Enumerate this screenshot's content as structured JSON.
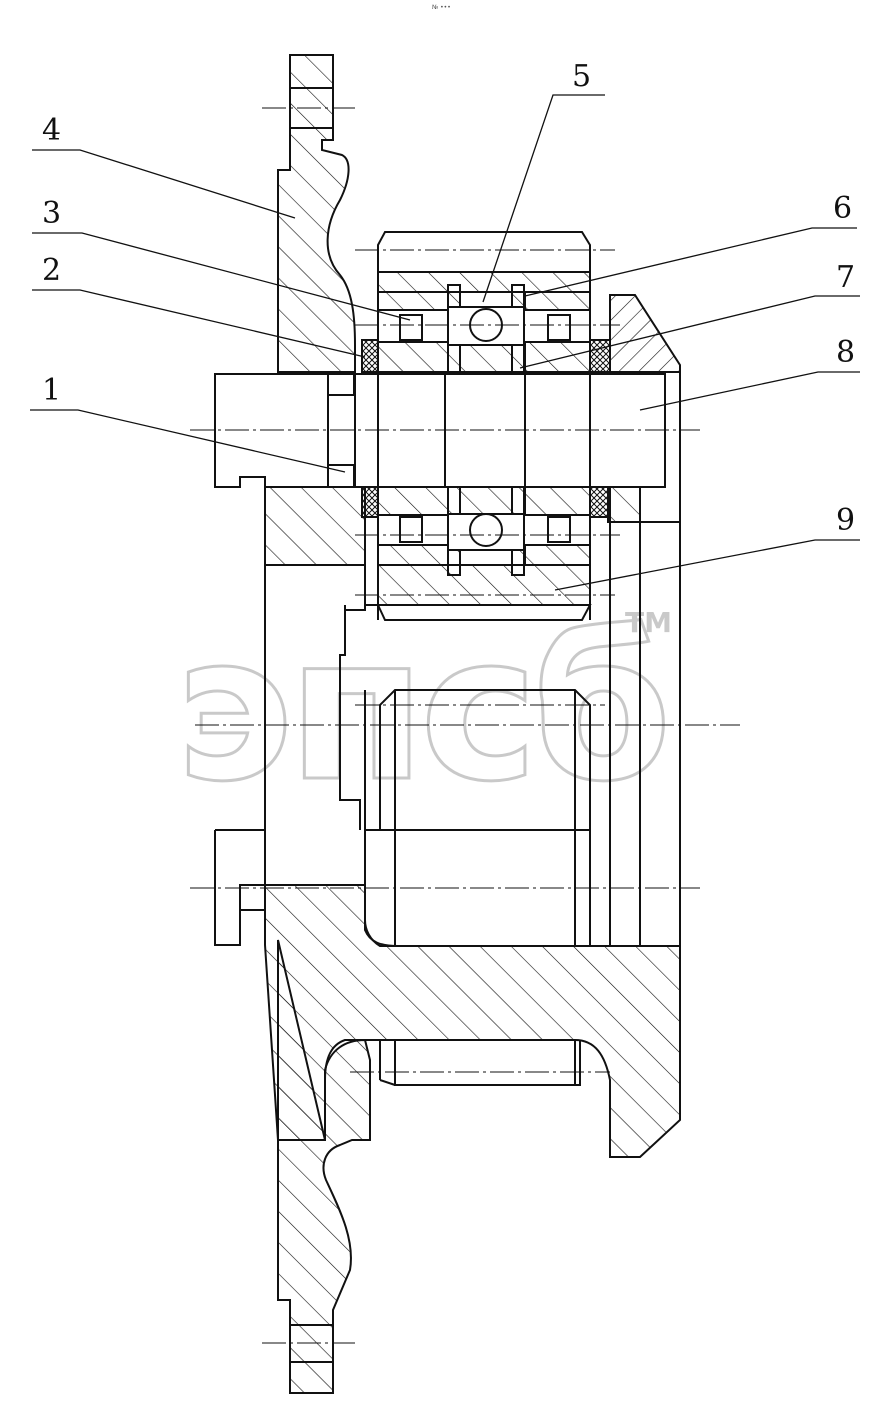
{
  "header": {
    "mark": "№ •••"
  },
  "callouts": [
    {
      "id": "1",
      "label": "1"
    },
    {
      "id": "2",
      "label": "2"
    },
    {
      "id": "3",
      "label": "3"
    },
    {
      "id": "4",
      "label": "4"
    },
    {
      "id": "5",
      "label": "5"
    },
    {
      "id": "6",
      "label": "6"
    },
    {
      "id": "7",
      "label": "7"
    },
    {
      "id": "8",
      "label": "8"
    },
    {
      "id": "9",
      "label": "9"
    }
  ],
  "watermark": {
    "text": "эпсб",
    "trademark": "TM"
  },
  "colors": {
    "line": "#111111",
    "watermark": "#c9c9c9",
    "background": "#ffffff"
  }
}
